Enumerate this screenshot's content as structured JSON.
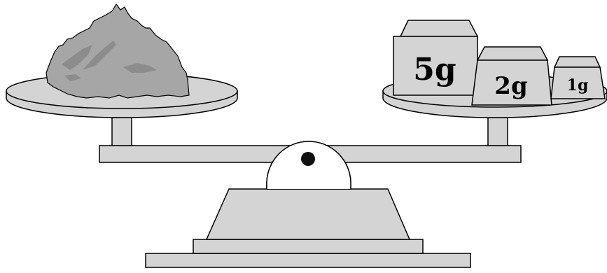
{
  "weights": {
    "w5": "5g",
    "w2": "2g",
    "w1": "1g"
  },
  "colors": {
    "outline": "#000000",
    "gray": "#d4d4d4",
    "object": "#a6a6a6",
    "object_marks": "#8c8c8c",
    "pivot_dot": "#111111",
    "white": "#ffffff"
  }
}
